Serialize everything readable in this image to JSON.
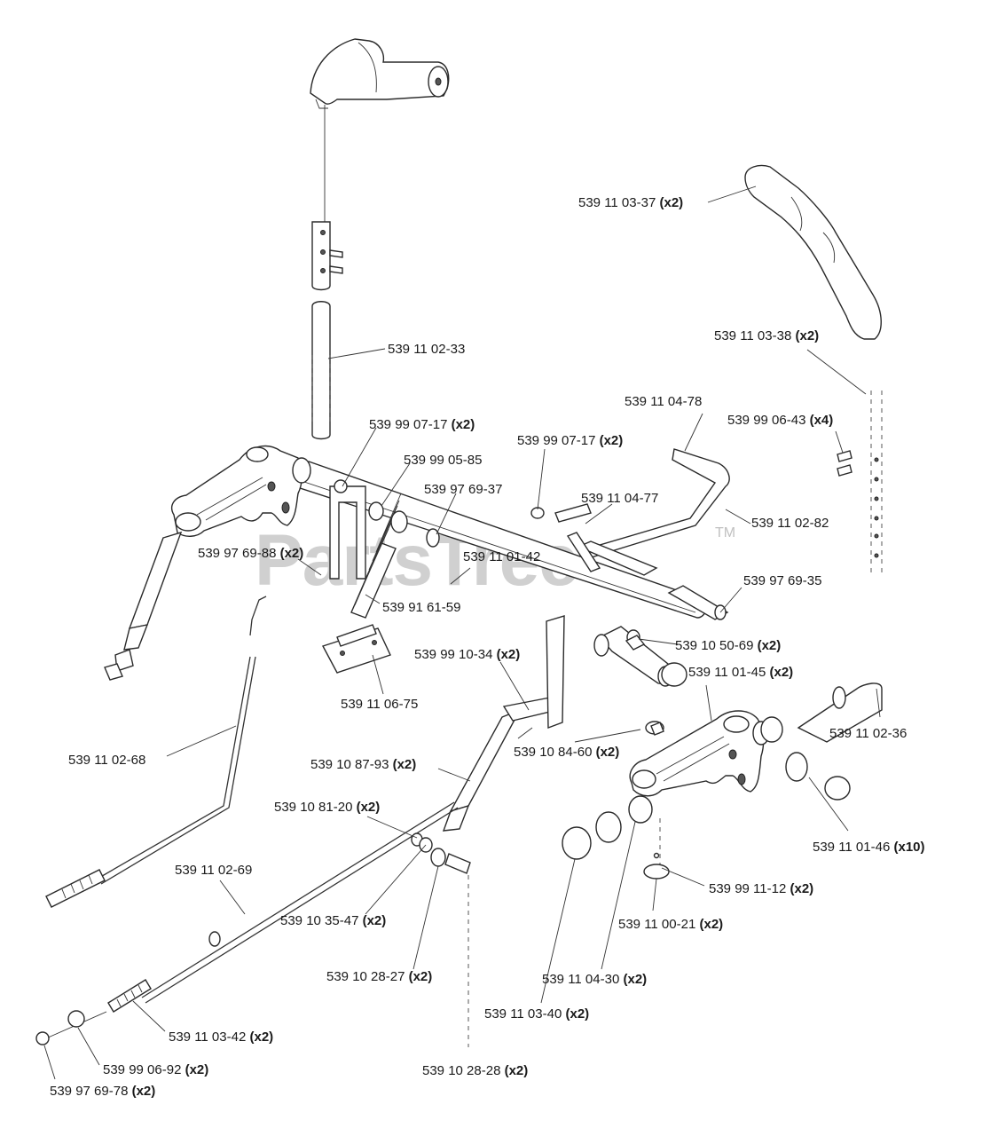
{
  "watermark": "PartsTree",
  "watermark_mark": "TM",
  "labels": [
    {
      "id": "l01",
      "code": "539 11 03-37",
      "qty": "(x2)"
    },
    {
      "id": "l02",
      "code": "539 11 03-38",
      "qty": "(x2)"
    },
    {
      "id": "l03",
      "code": "539 11 02-33",
      "qty": ""
    },
    {
      "id": "l04",
      "code": "539 11 04-78",
      "qty": ""
    },
    {
      "id": "l05",
      "code": "539 99 06-43",
      "qty": "(x4)"
    },
    {
      "id": "l06",
      "code": "539 99 07-17",
      "qty": "(x2)"
    },
    {
      "id": "l07",
      "code": "539 99 07-17",
      "qty": "(x2)"
    },
    {
      "id": "l08",
      "code": "539 99 05-85",
      "qty": ""
    },
    {
      "id": "l09",
      "code": "539 97 69-37",
      "qty": ""
    },
    {
      "id": "l10",
      "code": "539 11 04-77",
      "qty": ""
    },
    {
      "id": "l11",
      "code": "539 11 02-82",
      "qty": ""
    },
    {
      "id": "l12",
      "code": "539 97 69-88",
      "qty": "(x2)"
    },
    {
      "id": "l13",
      "code": "539 11 01-42",
      "qty": ""
    },
    {
      "id": "l14",
      "code": "539 97 69-35",
      "qty": ""
    },
    {
      "id": "l15",
      "code": "539 91 61-59",
      "qty": ""
    },
    {
      "id": "l16",
      "code": "539 10 50-69",
      "qty": "(x2)"
    },
    {
      "id": "l17",
      "code": "539 99 10-34",
      "qty": "(x2)"
    },
    {
      "id": "l18",
      "code": "539 11 01-45",
      "qty": "(x2)"
    },
    {
      "id": "l19",
      "code": "539 11 06-75",
      "qty": ""
    },
    {
      "id": "l20",
      "code": "539 11 02-36",
      "qty": ""
    },
    {
      "id": "l21",
      "code": "539 10 84-60",
      "qty": "(x2)"
    },
    {
      "id": "l22",
      "code": "539 11 02-68",
      "qty": ""
    },
    {
      "id": "l23",
      "code": "539 10 87-93",
      "qty": "(x2)"
    },
    {
      "id": "l24",
      "code": "539 10 81-20",
      "qty": "(x2)"
    },
    {
      "id": "l25",
      "code": "539 11 01-46",
      "qty": "(x10)"
    },
    {
      "id": "l26",
      "code": "539 11 02-69",
      "qty": ""
    },
    {
      "id": "l27",
      "code": "539 99 11-12",
      "qty": "(x2)"
    },
    {
      "id": "l28",
      "code": "539 10 35-47",
      "qty": "(x2)"
    },
    {
      "id": "l29",
      "code": "539 11 00-21",
      "qty": "(x2)"
    },
    {
      "id": "l30",
      "code": "539 10 28-27",
      "qty": "(x2)"
    },
    {
      "id": "l31",
      "code": "539 11 04-30",
      "qty": "(x2)"
    },
    {
      "id": "l32",
      "code": "539 11 03-40",
      "qty": "(x2)"
    },
    {
      "id": "l33",
      "code": "539 11 03-42",
      "qty": "(x2)"
    },
    {
      "id": "l34",
      "code": "539 99 06-92",
      "qty": "(x2)"
    },
    {
      "id": "l35",
      "code": "539 10 28-28",
      "qty": "(x2)"
    },
    {
      "id": "l36",
      "code": "539 97 69-78",
      "qty": "(x2)"
    }
  ]
}
